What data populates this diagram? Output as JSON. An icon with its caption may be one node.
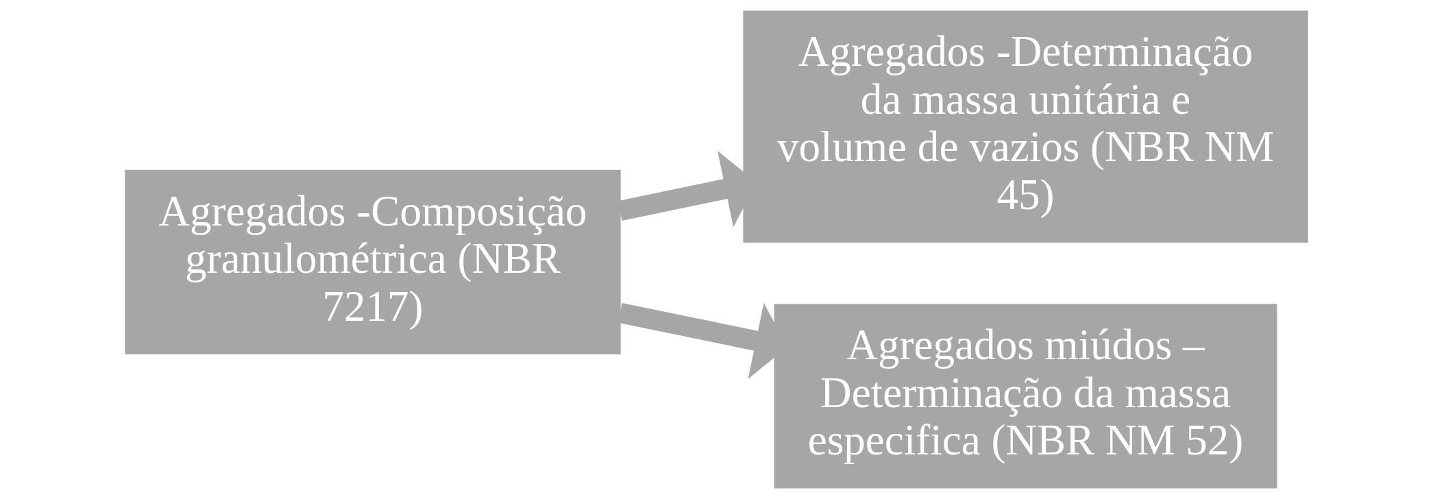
{
  "diagram": {
    "nodes": [
      {
        "text": [
          "Agregados -Composição granulométrica (NBR 7217)"
        ]
      },
      {
        "text": [
          "Agregados -Determinação da massa unitária e volume de vazios (NBR NM 45)"
        ]
      },
      {
        "text": [
          "Agregados miúdos – Determinação da massa especifica (NBR NM 52)"
        ]
      }
    ],
    "edges": [
      {
        "from": 0,
        "to": 1,
        "arrow": "to"
      },
      {
        "from": 0,
        "to": 2,
        "arrow": "to"
      }
    ]
  }
}
